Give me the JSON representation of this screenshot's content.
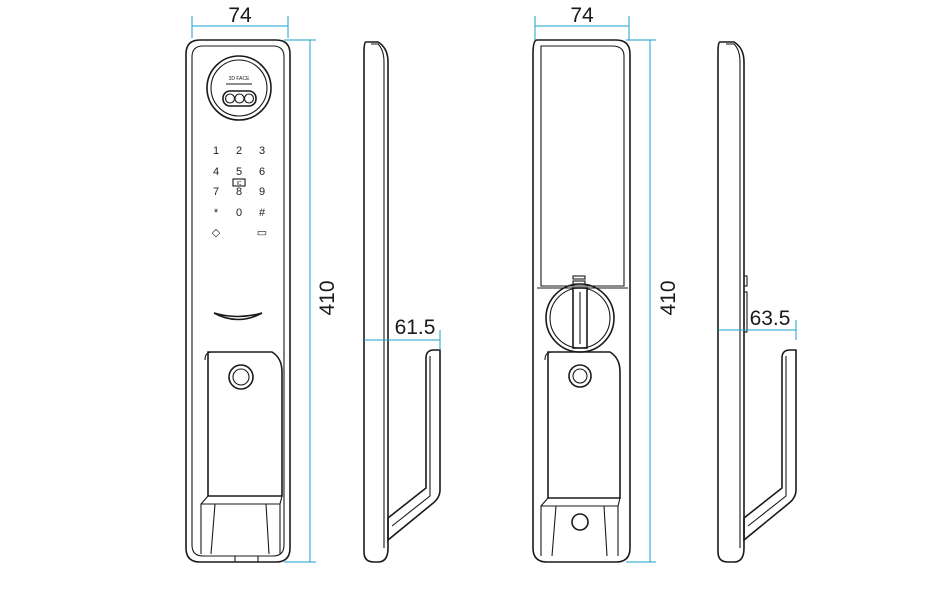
{
  "colors": {
    "outline": "#1a1a1a",
    "dimension": "#1aa3c7",
    "background": "#ffffff"
  },
  "dimensions": {
    "front_width": "74",
    "front_height": "410",
    "side_handle_projection": "61.5",
    "back_width": "74",
    "back_height": "410",
    "back_side_handle_projection": "63.5"
  },
  "keypad": {
    "keys": [
      "1",
      "2",
      "3",
      "4",
      "5",
      "6",
      "7",
      "8",
      "9",
      "*",
      "0",
      "#"
    ],
    "card_label": "IC",
    "left_symbol": "◇",
    "right_symbol": "▭"
  },
  "sensor_text": "3D FACE"
}
